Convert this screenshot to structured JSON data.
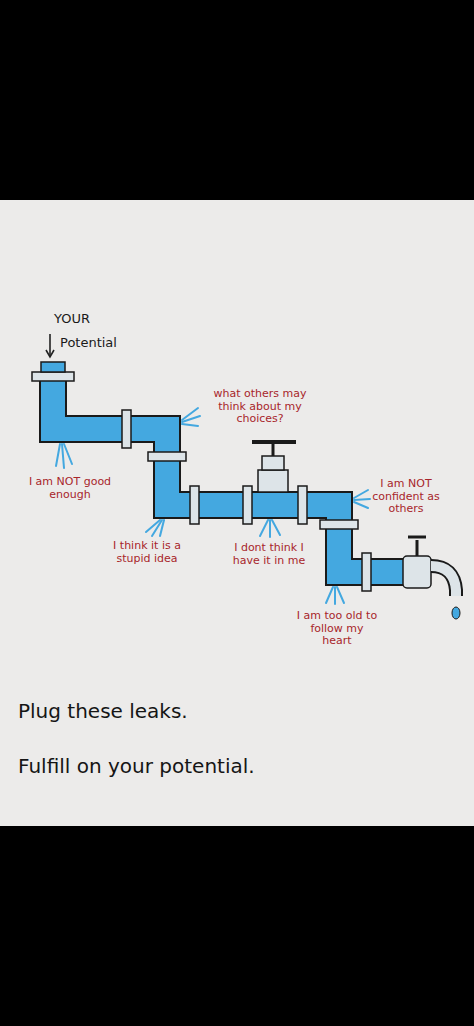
{
  "diagram": {
    "labels": [
      "YOUR",
      "Potential",
      "what others may think about my choices?",
      "I am NOT good enough",
      "I am NOT confident as others",
      "I think it is a stupid idea",
      "I dont think I have it in me",
      "I am too old to follow my heart",
      "Plug these leaks.",
      "Fulfill on your potential."
    ]
  }
}
